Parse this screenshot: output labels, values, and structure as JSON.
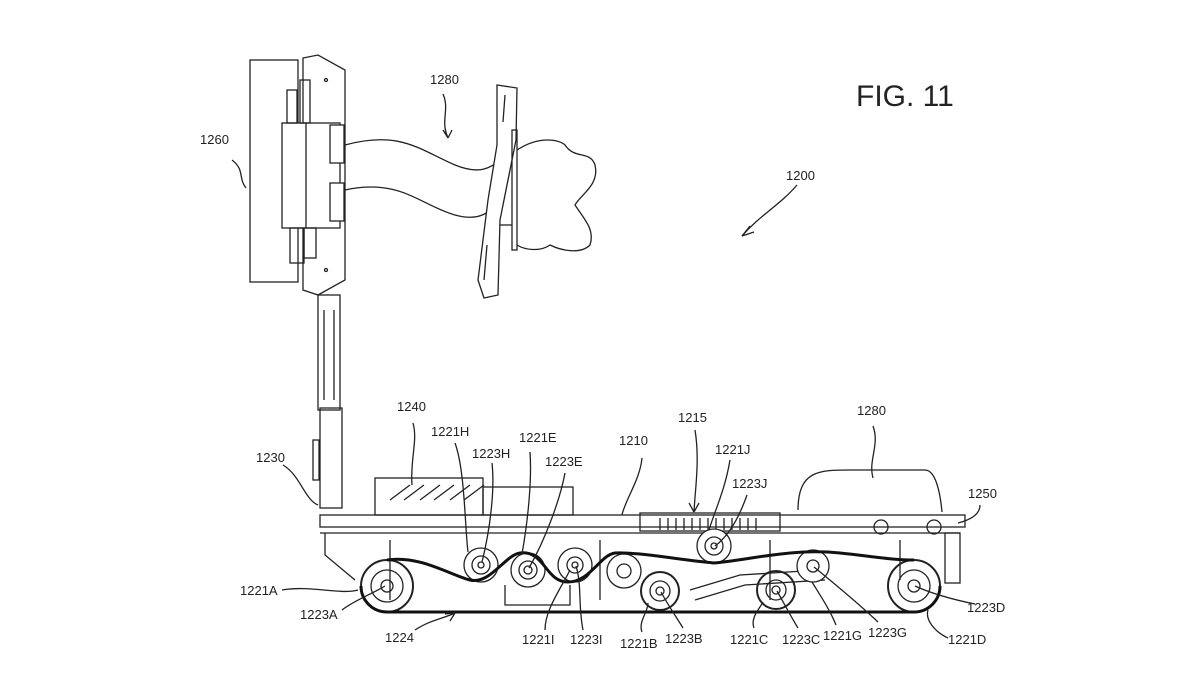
{
  "figure": {
    "title": "FIG. 11",
    "assembly_ref": "1200"
  },
  "labels": {
    "l1260": "1260",
    "l1280_top": "1280",
    "l1200": "1200",
    "l1240": "1240",
    "l1230": "1230",
    "l1221H": "1221H",
    "l1223H": "1223H",
    "l1221E": "1221E",
    "l1223E": "1223E",
    "l1210": "1210",
    "l1215": "1215",
    "l1221J": "1221J",
    "l1223J": "1223J",
    "l1280_right": "1280",
    "l1250": "1250",
    "l1221A": "1221A",
    "l1223A": "1223A",
    "l1224": "1224",
    "l1221I": "1221I",
    "l1223I": "1223I",
    "l1221B": "1221B",
    "l1223B": "1223B",
    "l1221C": "1221C",
    "l1223C": "1223C",
    "l1221G": "1221G",
    "l1223G": "1223G",
    "l1223D": "1223D",
    "l1221D": "1221D"
  }
}
